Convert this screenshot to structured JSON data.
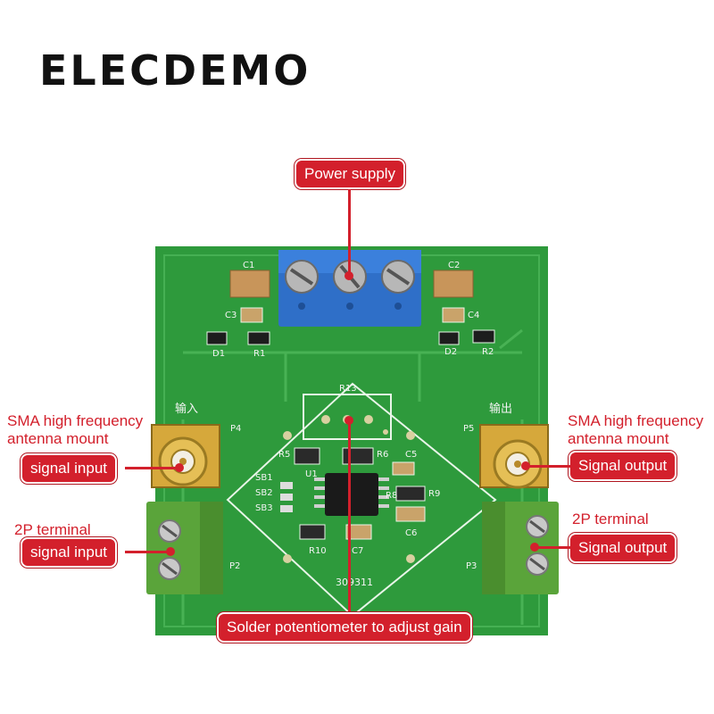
{
  "brand": "ELECDEMO",
  "callouts": {
    "power_supply": "Power supply",
    "sma_input_note": "SMA high frequency\nantenna mount",
    "sma_input_label": "signal input",
    "terminal_input_note": "2P terminal",
    "terminal_input_label": "signal input",
    "sma_output_note": "SMA high frequency\nantenna mount",
    "sma_output_label": "Signal output",
    "terminal_output_note": "2P terminal",
    "terminal_output_label": "Signal output",
    "potentiometer": "Solder potentiometer to adjust gain"
  },
  "silkscreen": {
    "input_cn": "输入",
    "output_cn": "输出",
    "p4": "P4",
    "p5": "P5",
    "p2": "P2",
    "p3": "P3",
    "c1": "C1",
    "c2": "C2",
    "c3": "C3",
    "c4": "C4",
    "d1": "D1",
    "d2": "D2",
    "r1": "R1",
    "r2": "R2",
    "r13": "R13",
    "r5": "R5",
    "r6": "R6",
    "u1": "U1",
    "r8": "R8",
    "r9": "R9",
    "c5": "C5",
    "c6": "C6",
    "r10": "R10",
    "c7": "C7",
    "sb1": "SB1",
    "sb2": "SB2",
    "sb3": "SB3",
    "board_code": "309311"
  },
  "colors": {
    "pcb": "#2e9a3c",
    "accent": "#d3202c",
    "terminal_power": "#2f6fc8",
    "terminal_io": "#5aa43a"
  }
}
